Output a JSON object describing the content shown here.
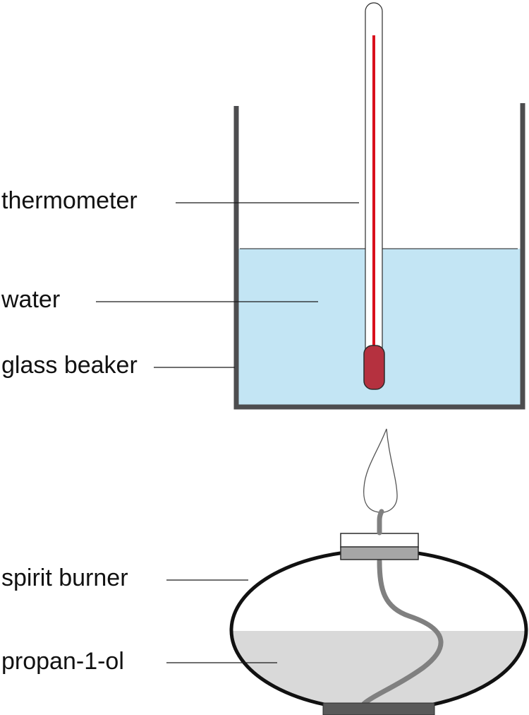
{
  "labels": {
    "thermometer": "thermometer",
    "water": "water",
    "glass_beaker": "glass beaker",
    "spirit_burner": "spirit burner",
    "propanol": "propan-1-ol"
  },
  "colors": {
    "water": "#c3e5f4",
    "beaker_wall": "#4d4d4f",
    "thermometer_bulb": "#b5313f",
    "thermometer_line": "#d9101d",
    "fuel": "#d9d9d9",
    "wick": "#808080",
    "burner_outline": "#111111"
  }
}
